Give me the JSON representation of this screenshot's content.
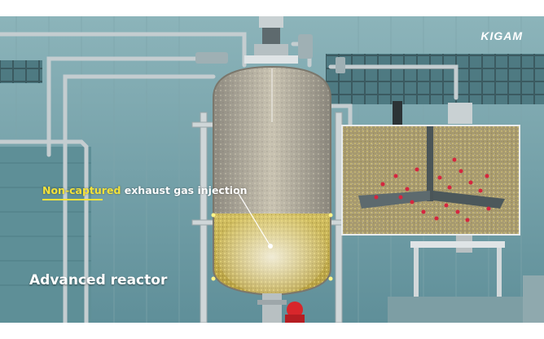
{
  "brand": {
    "logo_text": "KIGAM"
  },
  "annotation": {
    "highlight": "Non-captured",
    "rest": " exhaust gas injection"
  },
  "title": "Advanced reactor",
  "colors": {
    "highlight": "#f3e23a",
    "label": "#ffffff"
  }
}
